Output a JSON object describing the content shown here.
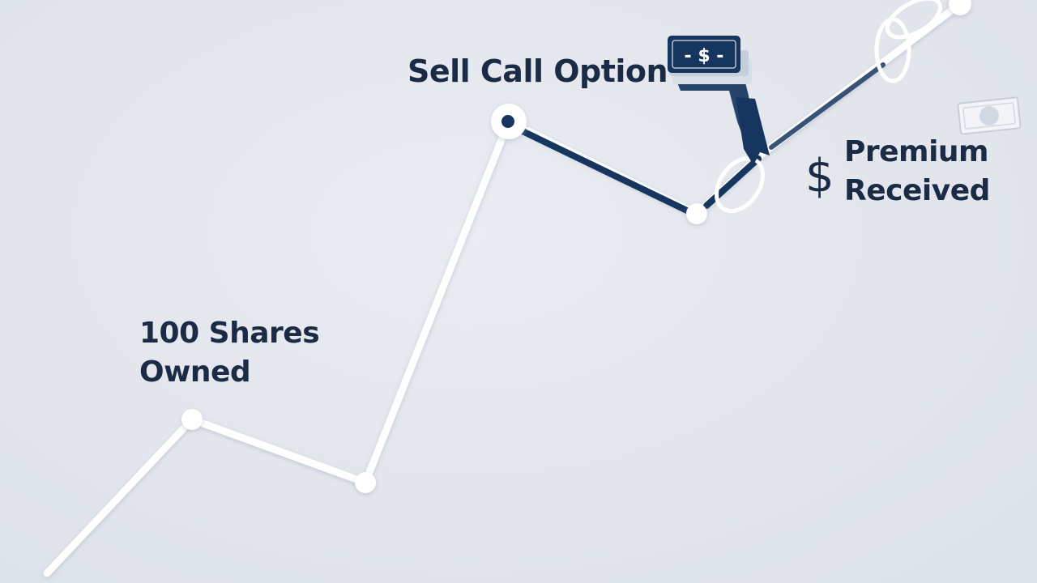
{
  "diagram": {
    "labels": {
      "shares_line1": "100 Shares",
      "shares_line2": "Owned",
      "sell_call": "Sell Call Option",
      "premium_symbol": "$",
      "premium_line1": "Premium",
      "premium_line2": "Received",
      "cash_symbol": "- $ -"
    },
    "colors": {
      "background": "#e3e7ed",
      "price_line": "#ffffff",
      "option_line": "#16365f",
      "text": "#1b2b45",
      "cash_fill": "#16365f"
    },
    "icons": [
      "cash-stack-icon",
      "dollar-sign-icon",
      "banknote-icon",
      "ring-icon",
      "arrow-icon"
    ]
  }
}
